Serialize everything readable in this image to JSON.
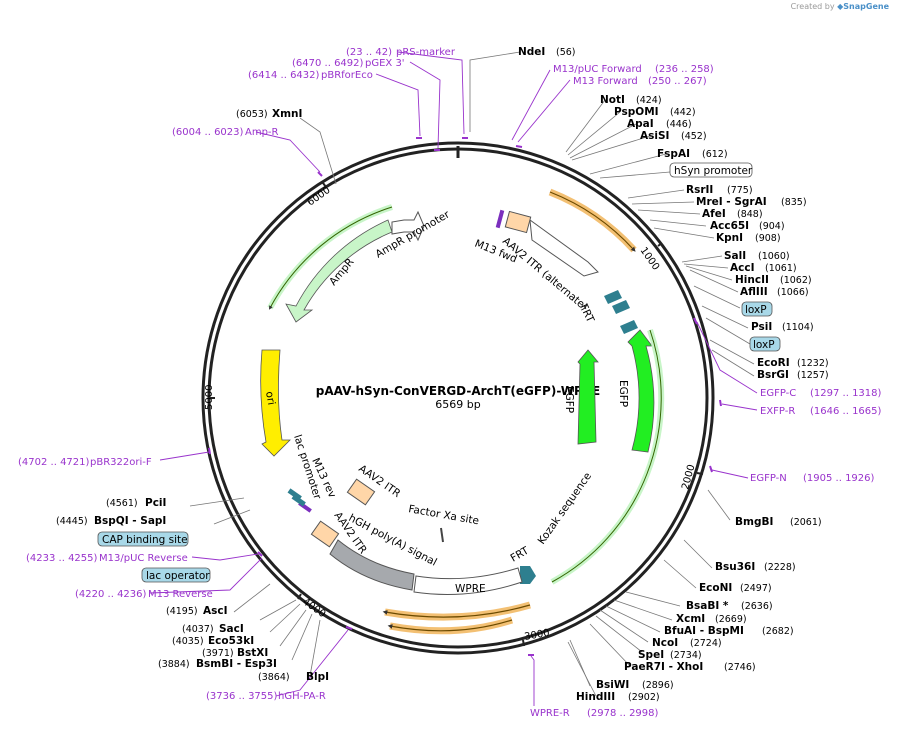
{
  "plasmid": {
    "name": "pAAV-hSyn-ConVERGD-ArchT(eGFP)-WPRE",
    "size_label": "6569 bp",
    "length": 6569
  },
  "credit": {
    "prefix": "Created by",
    "brand": "SnapGene"
  },
  "ticks": [
    "1000",
    "2000",
    "3000",
    "4000",
    "5000",
    "6000"
  ],
  "enzymes": [
    {
      "name": "NdeI",
      "pos": "(56)"
    },
    {
      "name": "NotI",
      "pos": "(424)"
    },
    {
      "name": "PspOMI",
      "pos": "(442)"
    },
    {
      "name": "ApaI",
      "pos": "(446)"
    },
    {
      "name": "AsiSI",
      "pos": "(452)"
    },
    {
      "name": "FspAI",
      "pos": "(612)"
    },
    {
      "name": "RsrII",
      "pos": "(775)"
    },
    {
      "name": "MreI - SgrAI",
      "pos": "(835)"
    },
    {
      "name": "AfeI",
      "pos": "(848)"
    },
    {
      "name": "Acc65I",
      "pos": "(904)"
    },
    {
      "name": "KpnI",
      "pos": "(908)"
    },
    {
      "name": "SalI",
      "pos": "(1060)"
    },
    {
      "name": "AccI",
      "pos": "(1061)"
    },
    {
      "name": "HincII",
      "pos": "(1062)"
    },
    {
      "name": "AflIII",
      "pos": "(1066)"
    },
    {
      "name": "PsiI",
      "pos": "(1104)"
    },
    {
      "name": "EcoRI",
      "pos": "(1232)"
    },
    {
      "name": "BsrGI",
      "pos": "(1257)"
    },
    {
      "name": "BmgBI",
      "pos": "(2061)"
    },
    {
      "name": "Bsu36I",
      "pos": "(2228)"
    },
    {
      "name": "EcoNI",
      "pos": "(2497)"
    },
    {
      "name": "BsaBI *",
      "pos": "(2636)"
    },
    {
      "name": "XcmI",
      "pos": "(2669)"
    },
    {
      "name": "BfuAI - BspMI",
      "pos": "(2682)"
    },
    {
      "name": "NcoI",
      "pos": "(2724)"
    },
    {
      "name": "SpeI",
      "pos": "(2734)"
    },
    {
      "name": "PaeR7I - XhoI",
      "pos": "(2746)"
    },
    {
      "name": "BsiWI",
      "pos": "(2896)"
    },
    {
      "name": "HindIII",
      "pos": "(2902)"
    },
    {
      "name": "BlpI",
      "pos": "(3864)"
    },
    {
      "name": "BsmBI - Esp3I",
      "pos": "(3884)"
    },
    {
      "name": "BstXI",
      "pos": "(3971)"
    },
    {
      "name": "Eco53kI",
      "pos": "(4035)"
    },
    {
      "name": "SacI",
      "pos": "(4037)"
    },
    {
      "name": "AscI",
      "pos": "(4195)"
    },
    {
      "name": "BspQI - SapI",
      "pos": "(4445)"
    },
    {
      "name": "PciI",
      "pos": "(4561)"
    },
    {
      "name": "XmnI",
      "pos": "(6053)"
    }
  ],
  "primers": [
    {
      "name": "pRS-marker",
      "range": "(23 .. 42)"
    },
    {
      "name": "pGEX 3'",
      "range": "(6470 .. 6492)"
    },
    {
      "name": "pBRforEco",
      "range": "(6414 .. 6432)"
    },
    {
      "name": "M13/pUC Forward",
      "range": "(236 .. 258)"
    },
    {
      "name": "M13 Forward",
      "range": "(250 .. 267)"
    },
    {
      "name": "Amp-R",
      "range": "(6004 .. 6023)"
    },
    {
      "name": "EGFP-C",
      "range": "(1297 .. 1318)"
    },
    {
      "name": "EXFP-R",
      "range": "(1646 .. 1665)"
    },
    {
      "name": "EGFP-N",
      "range": "(1905 .. 1926)"
    },
    {
      "name": "pBR322ori-F",
      "range": "(4702 .. 4721)"
    },
    {
      "name": "M13/pUC Reverse",
      "range": "(4233 .. 4255)"
    },
    {
      "name": "M13 Reverse",
      "range": "(4220 .. 4236)"
    },
    {
      "name": "hGH-PA-R",
      "range": "(3736 .. 3755)"
    },
    {
      "name": "WPRE-R",
      "range": "(2978 .. 2998)"
    }
  ],
  "boxed_features": [
    "hSyn promoter",
    "loxP",
    "loxP",
    "CAP binding site",
    "lac operator"
  ],
  "features": {
    "aav2_itr_alt": "AAV2 ITR (alternate)",
    "m13_fwd": "M13 fwd",
    "frt_top": "FRT",
    "egfp_outer": "EGFP",
    "egfp_inner": "EGFP",
    "kozak": "Kozak sequence",
    "frt_bottom": "FRT",
    "wpre": "WPRE",
    "hgh_polya": "hGH poly(A) signal",
    "factor_xa": "Factor Xa site",
    "aav2_itr_b": "AAV2 ITR",
    "aav2_itr_c": "AAV2 ITR",
    "m13_rev": "M13 rev",
    "lac_promoter": "lac promoter",
    "ori": "ori",
    "ampr": "AmpR",
    "ampr_promoter": "AmpR promoter"
  },
  "colors": {
    "backbone": "#222222",
    "primer": "#9933cc",
    "ampr_fill": "#c8f5c8",
    "egfp_fill": "#22ee22",
    "ori_fill": "#ffee00",
    "itr_fill": "#ffd6a8",
    "polya_fill": "#a6a9ad",
    "box_fill": "#a8d8e8",
    "orange_arc": "#f0b050",
    "teal": "#2e7f8f"
  }
}
